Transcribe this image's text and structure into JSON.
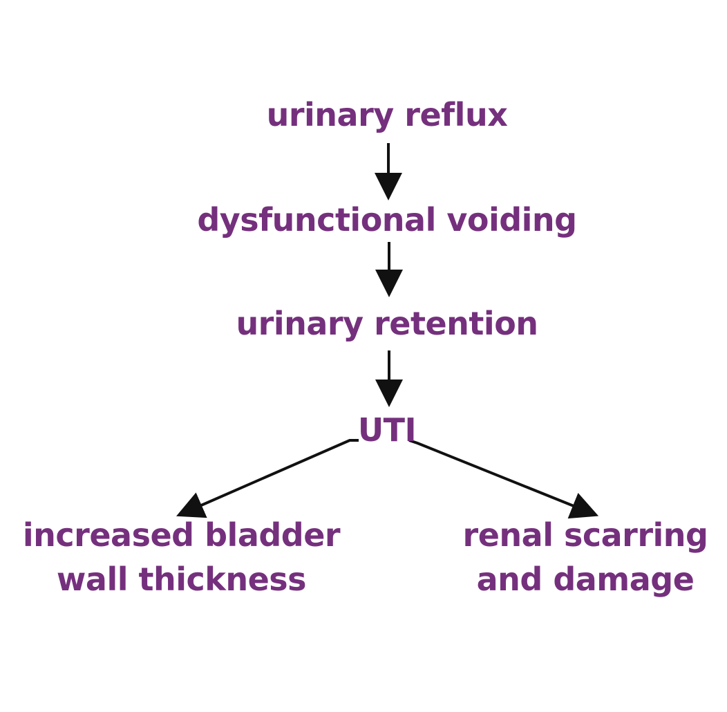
{
  "nodes": {
    "reflux": "urinary reflux",
    "voiding": "dysfunctional voiding",
    "retention": "urinary retention",
    "uti": "UTI",
    "bladder": [
      "increased bladder",
      "wall thickness"
    ],
    "renal": [
      "renal scarring",
      "and damage"
    ]
  },
  "colors": {
    "text": "#75307d",
    "arrow": "#111111",
    "background": "#ffffff"
  }
}
